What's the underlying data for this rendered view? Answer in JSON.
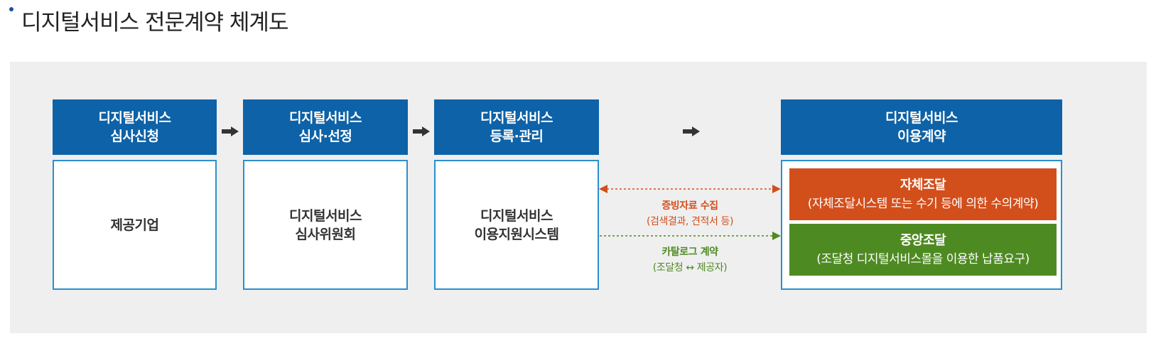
{
  "page": {
    "title": "디지털서비스 전문계약 체계도"
  },
  "stages": [
    {
      "head_line1": "디지털서비스",
      "head_line2": "심사신청",
      "body_line1": "제공기업",
      "body_line2": ""
    },
    {
      "head_line1": "디지털서비스",
      "head_line2": "심사·선정",
      "body_line1": "디지털서비스",
      "body_line2": "심사위원회"
    },
    {
      "head_line1": "디지털서비스",
      "head_line2": "등록·관리",
      "body_line1": "디지털서비스",
      "body_line2": "이용지원시스템"
    },
    {
      "head_line1": "디지털서비스",
      "head_line2": "이용계약"
    }
  ],
  "procurement": [
    {
      "title": "자체조달",
      "desc": "(자체조달시스템 또는 수기 등에 의한 수의계약)",
      "color": "#d24f1c"
    },
    {
      "title": "중앙조달",
      "desc": "(조달청 디지털서비스몰을 이용한 납품요구)",
      "color": "#4e8a22"
    }
  ],
  "flows": [
    {
      "line1": "증빙자료 수집",
      "line2": "(검색결과, 견적서 등)",
      "color": "#d24f1c"
    },
    {
      "line1": "카탈로그 계약",
      "line2": "(조달청 ↔ 제공자)",
      "color": "#4e8a22"
    }
  ],
  "colors": {
    "header_blue": "#0e62a7",
    "border_blue": "#2b8fd0",
    "panel_bg": "#efefef",
    "arrow": "#333333"
  }
}
